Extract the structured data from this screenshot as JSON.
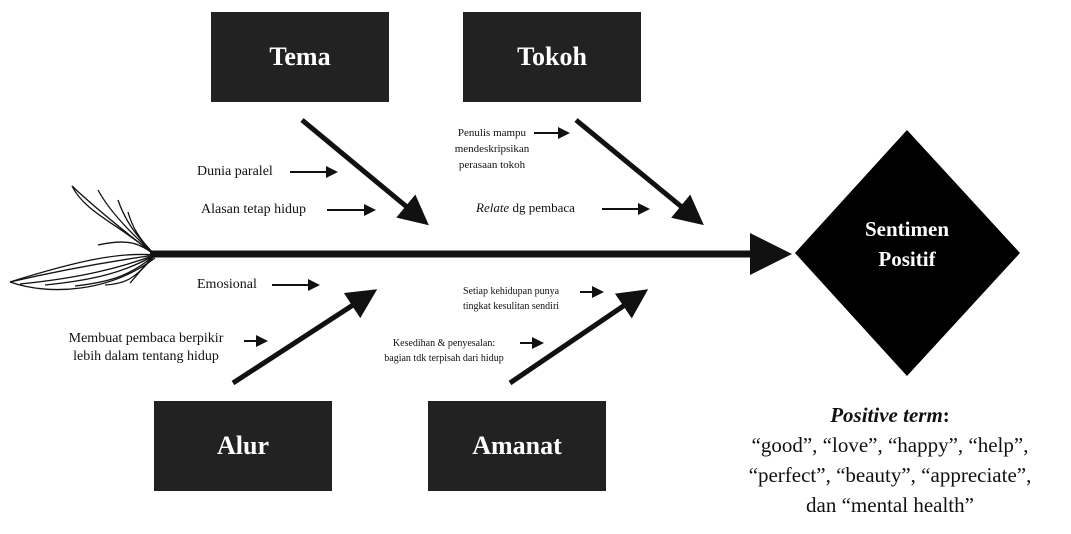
{
  "effect": {
    "line1": "Sentimen",
    "line2": "Positif"
  },
  "categories": {
    "tema": "Tema",
    "tokoh": "Tokoh",
    "alur": "Alur",
    "amanat": "Amanat"
  },
  "causes": {
    "tema": [
      "Dunia paralel",
      "Alasan tetap hidup"
    ],
    "tokoh_1": [
      "Penulis mampu",
      "mendeskripsikan",
      "perasaan tokoh"
    ],
    "tokoh_2": {
      "italic": "Relate",
      "rest": " dg pembaca"
    },
    "alur_1": "Emosional",
    "alur_2": [
      "Membuat pembaca berpikir",
      "lebih dalam tentang hidup"
    ],
    "amanat_1": [
      "Setiap kehidupan punya",
      "tingkat kesulitan sendiri"
    ],
    "amanat_2": [
      "Kesedihan & penyesalan:",
      "bagian tdk terpisah dari hidup"
    ]
  },
  "positive_terms": {
    "title_italic": "Positive term",
    "title_colon": ":",
    "line1": "“good”, “love”, “happy”, “help”,",
    "line2": "“perfect”, “beauty”, “appreciate”,",
    "line3": "dan “mental health”"
  },
  "colors": {
    "box": "#222222",
    "line": "#111111",
    "background": "#ffffff"
  }
}
